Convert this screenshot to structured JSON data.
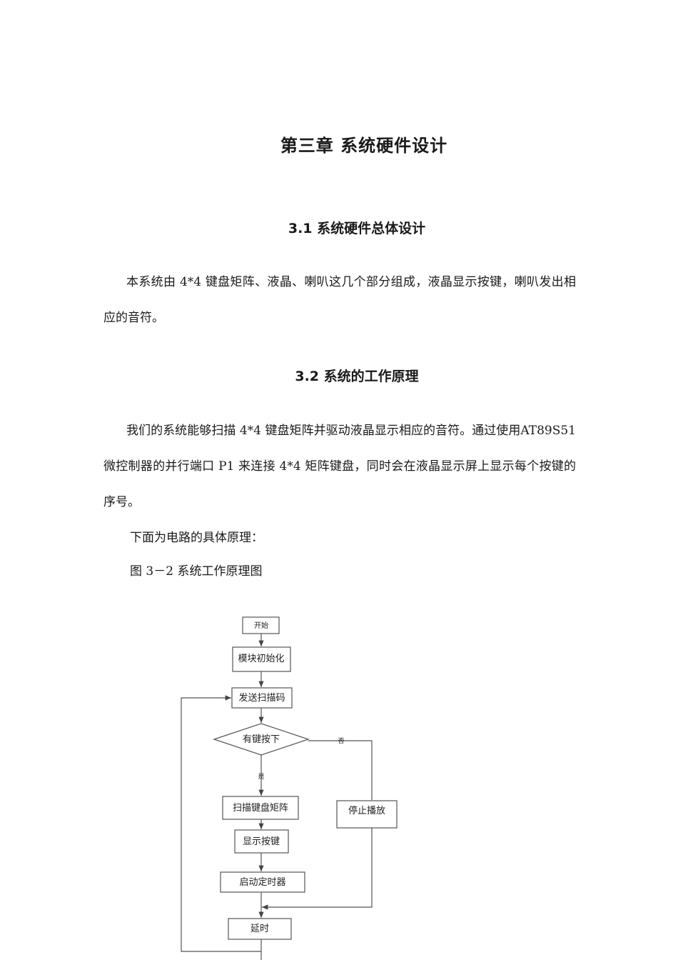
{
  "chapter_title": "第三章  系统硬件设计",
  "section1": {
    "heading": "3.1 系统硬件总体设计",
    "paragraph": "本系统由 4*4 键盘矩阵、液晶、喇叭这几个部分组成，液晶显示按键，喇叭发出相应的音符。"
  },
  "section2": {
    "heading": "3.2  系统的工作原理",
    "paragraph": "我们的系统能够扫描 4*4 键盘矩阵并驱动液晶显示相应的音符。通过使用AT89S51 微控制器的并行端口 P1 来连接 4*4 矩阵键盘，同时会在液晶显示屏上显示每个按键的序号。",
    "intro_line": "下面为电路的具体原理：",
    "figure_caption": "图 3－2  系统工作原理图"
  },
  "flowchart": {
    "start": "开始",
    "init": "模块初始化",
    "send": "发送扫描码",
    "decision": "有键按下",
    "no_label": "否",
    "yes_label": "是",
    "scan": "扫描键盘矩阵",
    "display": "显示按键",
    "timer": "启动定时器",
    "stop": "停止播放",
    "delay": "延时"
  }
}
